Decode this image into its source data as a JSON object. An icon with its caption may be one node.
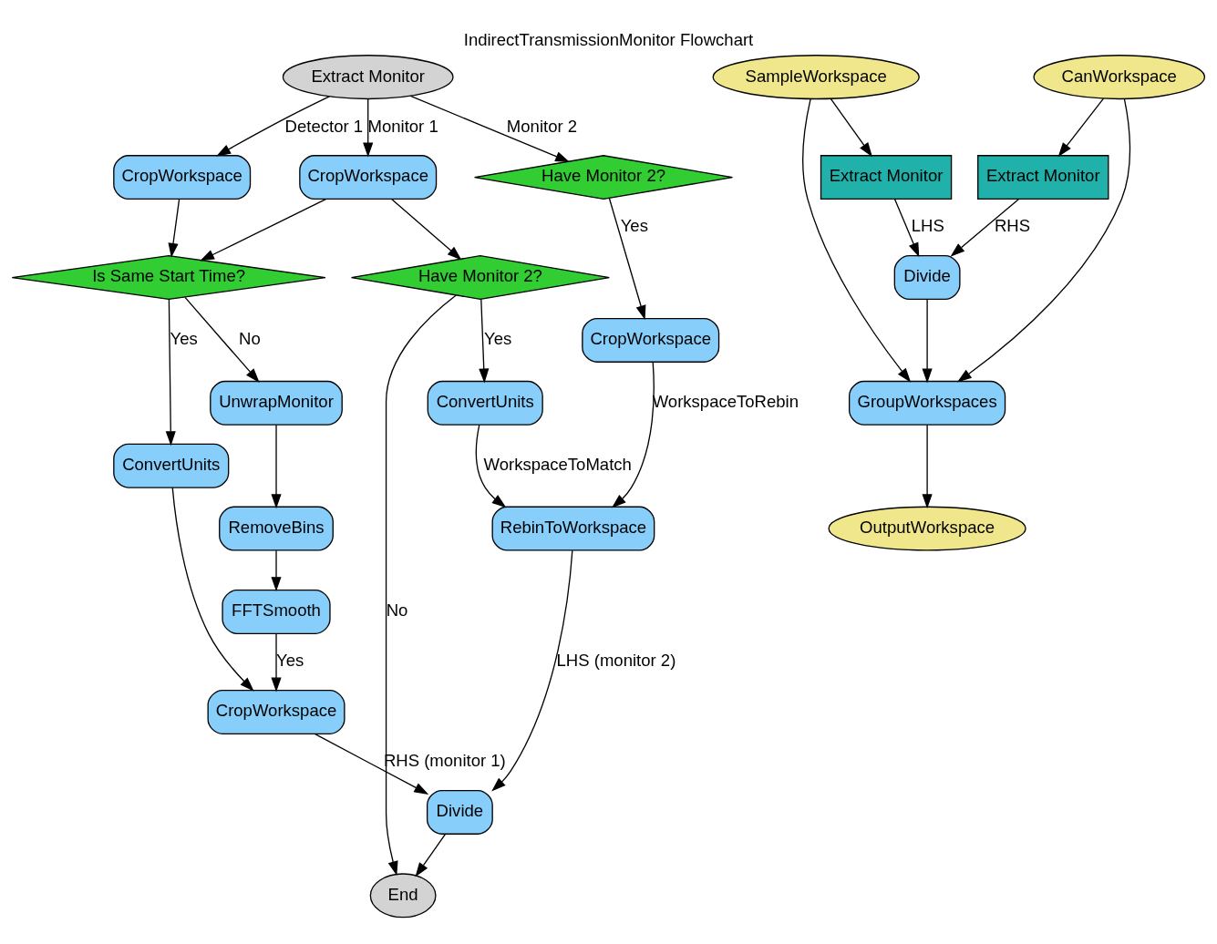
{
  "diagram": {
    "title": "IndirectTransmissionMonitor Flowchart",
    "nodes": [
      {
        "text": [
          "Extract Monitor"
        ]
      },
      {
        "text": [
          "CropWorkspace"
        ]
      },
      {
        "text": [
          "CropWorkspace"
        ]
      },
      {
        "text": [
          "Have Monitor 2?"
        ]
      },
      {
        "text": [
          "Is Same Start Time?"
        ]
      },
      {
        "text": [
          "Have Monitor 2?"
        ]
      },
      {
        "text": [
          "CropWorkspace"
        ]
      },
      {
        "text": [
          "UnwrapMonitor"
        ]
      },
      {
        "text": [
          "ConvertUnits"
        ]
      },
      {
        "text": [
          "ConvertUnits"
        ]
      },
      {
        "text": [
          "RemoveBins"
        ]
      },
      {
        "text": [
          "RebinToWorkspace"
        ]
      },
      {
        "text": [
          "FFTSmooth"
        ]
      },
      {
        "text": [
          "CropWorkspace"
        ]
      },
      {
        "text": [
          "Divide"
        ]
      },
      {
        "text": [
          "End"
        ]
      },
      {
        "text": [
          "SampleWorkspace"
        ]
      },
      {
        "text": [
          "CanWorkspace"
        ]
      },
      {
        "text": [
          "Extract Monitor"
        ]
      },
      {
        "text": [
          "Extract Monitor"
        ]
      },
      {
        "text": [
          "Divide"
        ]
      },
      {
        "text": [
          "GroupWorkspaces"
        ]
      },
      {
        "text": [
          "OutputWorkspace"
        ]
      }
    ],
    "edges": [
      {
        "from": 0,
        "to": 1,
        "arrow": "to",
        "label": "Monitor 1"
      },
      {
        "from": 0,
        "to": 2,
        "arrow": "to",
        "label": "Detector 1"
      },
      {
        "from": 0,
        "to": 3,
        "arrow": "to",
        "label": "Monitor 2"
      },
      {
        "from": 1,
        "to": 4,
        "arrow": "to"
      },
      {
        "from": 2,
        "to": 4,
        "arrow": "to"
      },
      {
        "from": 1,
        "to": 5,
        "arrow": "to"
      },
      {
        "from": 3,
        "to": 6,
        "arrow": "to",
        "label": "Yes"
      },
      {
        "from": 4,
        "to": 7,
        "arrow": "to",
        "label": "No"
      },
      {
        "from": 4,
        "to": 8,
        "arrow": "to",
        "label": "Yes"
      },
      {
        "from": 5,
        "to": 15,
        "arrow": "to",
        "label": "No"
      },
      {
        "from": 5,
        "to": 9,
        "arrow": "to",
        "label": "Yes"
      },
      {
        "from": 7,
        "to": 10,
        "arrow": "to"
      },
      {
        "from": 10,
        "to": 12,
        "arrow": "to"
      },
      {
        "from": 12,
        "to": 13,
        "arrow": "to",
        "label": "Yes"
      },
      {
        "from": 8,
        "to": 13,
        "arrow": "to"
      },
      {
        "from": 9,
        "to": 11,
        "arrow": "to",
        "label": "WorkspaceToMatch"
      },
      {
        "from": 6,
        "to": 11,
        "arrow": "to",
        "label": "WorkspaceToRebin"
      },
      {
        "from": 13,
        "to": 14,
        "arrow": "to",
        "label": "RHS (monitor 1)"
      },
      {
        "from": 11,
        "to": 14,
        "arrow": "to",
        "label": "LHS (monitor 2)"
      },
      {
        "from": 14,
        "to": 15,
        "arrow": "to"
      },
      {
        "from": 16,
        "to": 18,
        "arrow": "to"
      },
      {
        "from": 17,
        "to": 19,
        "arrow": "to"
      },
      {
        "from": 18,
        "to": 20,
        "arrow": "to",
        "label": "LHS"
      },
      {
        "from": 19,
        "to": 20,
        "arrow": "to",
        "label": "RHS"
      },
      {
        "from": 16,
        "to": 21,
        "arrow": "to"
      },
      {
        "from": 17,
        "to": 21,
        "arrow": "to"
      },
      {
        "from": 20,
        "to": 21,
        "arrow": "to"
      },
      {
        "from": 21,
        "to": 22,
        "arrow": "to"
      }
    ]
  }
}
